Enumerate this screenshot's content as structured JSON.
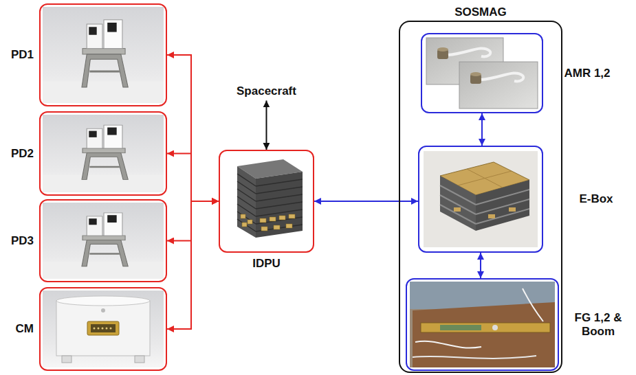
{
  "diagram": {
    "nodes": [
      {
        "text": [
          "PD1"
        ]
      },
      {
        "text": [
          "PD2"
        ]
      },
      {
        "text": [
          "PD3"
        ]
      },
      {
        "text": [
          "CM"
        ]
      },
      {
        "text": [
          "Spacecraft"
        ]
      },
      {
        "text": [
          "IDPU"
        ]
      },
      {
        "text": [
          "SOSMAG"
        ]
      },
      {
        "text": [
          "AMR 1,2"
        ],
        "in": 6
      },
      {
        "text": [
          "E-Box"
        ],
        "in": 6
      },
      {
        "text": [
          "FG 1,2 & Boom"
        ],
        "in": 6
      }
    ],
    "edges": [
      {
        "from": 5,
        "to": 0,
        "arrow": "both"
      },
      {
        "from": 5,
        "to": 1,
        "arrow": "both"
      },
      {
        "from": 5,
        "to": 2,
        "arrow": "both"
      },
      {
        "from": 5,
        "to": 3,
        "arrow": "both"
      },
      {
        "from": 4,
        "to": 5,
        "arrow": "both"
      },
      {
        "from": 5,
        "to": 8,
        "arrow": "both"
      },
      {
        "from": 8,
        "to": 7,
        "arrow": "both"
      },
      {
        "from": 8,
        "to": 9,
        "arrow": "both"
      }
    ]
  }
}
